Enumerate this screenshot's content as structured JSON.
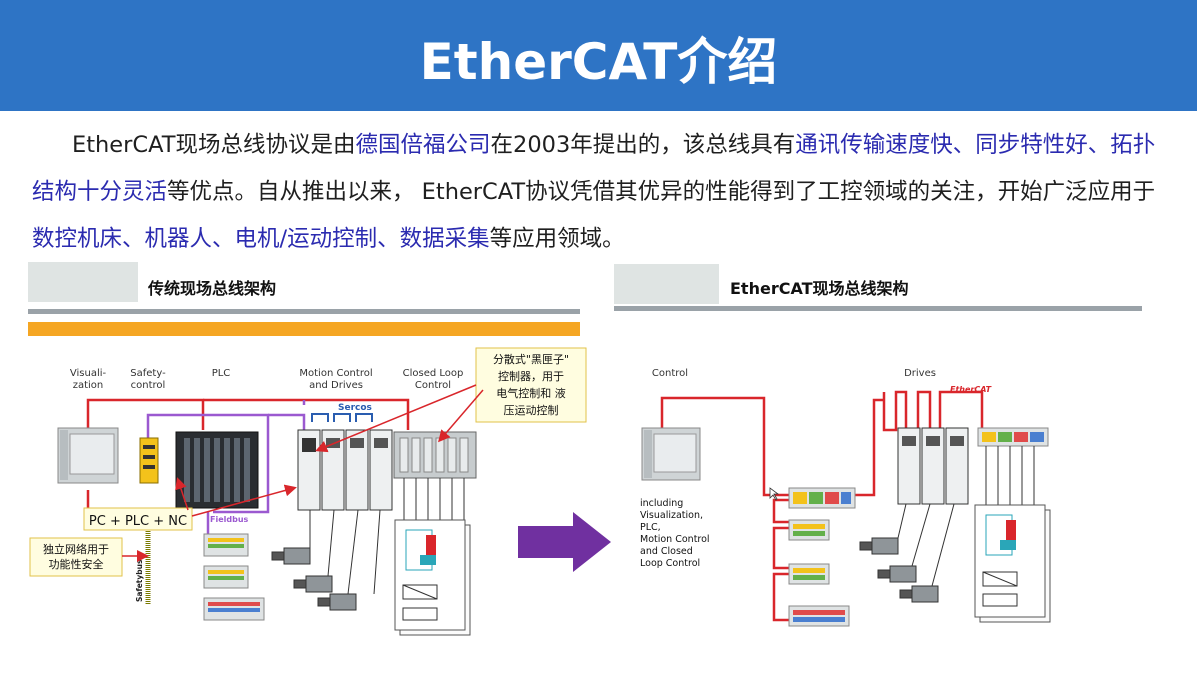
{
  "title": "EtherCAT介绍",
  "intro": {
    "p1": "EtherCAT现场总线协议是由",
    "h1": "德国倍福公司",
    "p2": "在2003年提出的，该总线具有",
    "h2": "通讯传输速度快、同步特性好、拓扑结构十分灵活",
    "p3": "等优点。自从推出以来， EtherCAT协议凭借其优异的性能得到了工控领域的关注，开始广泛应用于",
    "h3": "数控机床、机器人、电机/运动控制、数据采集",
    "p4": "等应用领域。"
  },
  "left_panel": {
    "heading": "传统现场总线架构",
    "labels": {
      "visualization": [
        "Visuali-",
        "zation"
      ],
      "safety": [
        "Safety-",
        "control"
      ],
      "plc": "PLC",
      "motion": [
        "Motion Control",
        "and Drives"
      ],
      "closed_loop": [
        "Closed Loop",
        "Control"
      ],
      "sercos": "Sercos",
      "fieldbus": "Fieldbus",
      "safetybus": "Safetybus",
      "pc_plc_nc": "PC + PLC + NC",
      "callout_safety": [
        "独立网络用于",
        "功能性安全"
      ],
      "callout_blackbox": [
        "分散式\"黑匣子\"",
        "控制器，用于",
        "电气控制和 液",
        "压运动控制"
      ]
    }
  },
  "right_panel": {
    "heading": "EtherCAT现场总线架构",
    "labels": {
      "control": "Control",
      "drives": "Drives",
      "ethercat": "EtherCAT",
      "including": [
        "including",
        "Visualization,",
        "PLC,",
        "Motion Control",
        "and Closed",
        "Loop Control"
      ]
    }
  },
  "colors": {
    "title_bar": "#2e74c5",
    "highlight": "#2b2bb0",
    "bus_red": "#d9262b",
    "purple": "#9b59d0",
    "arrow": "#7030a0",
    "orange": "#f5a623"
  }
}
